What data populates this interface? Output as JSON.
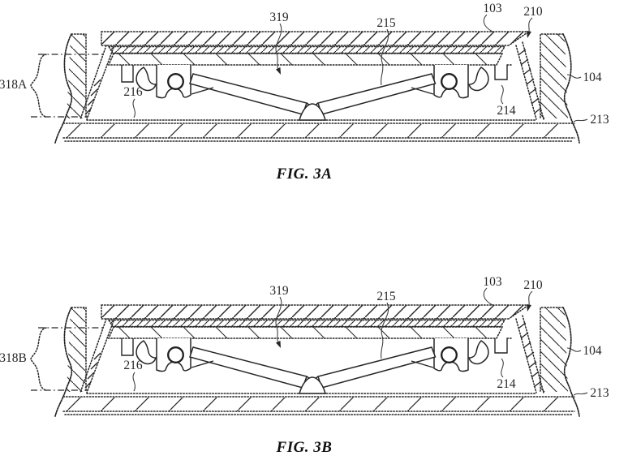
{
  "sheet": {
    "background": "#ffffff",
    "line_color": "#262626"
  },
  "figures": {
    "fig3a": {
      "caption": "FIG. 3A",
      "refs": {
        "r319": "319",
        "r215": "215",
        "r103": "103",
        "r210": "210",
        "r318": "318A",
        "r216": "216",
        "r214": "214",
        "r104": "104",
        "r213": "213"
      }
    },
    "fig3b": {
      "caption": "FIG. 3B",
      "refs": {
        "r319": "319",
        "r215": "215",
        "r103": "103",
        "r210": "210",
        "r318": "318B",
        "r216": "216",
        "r214": "214",
        "r104": "104",
        "r213": "213"
      }
    }
  }
}
